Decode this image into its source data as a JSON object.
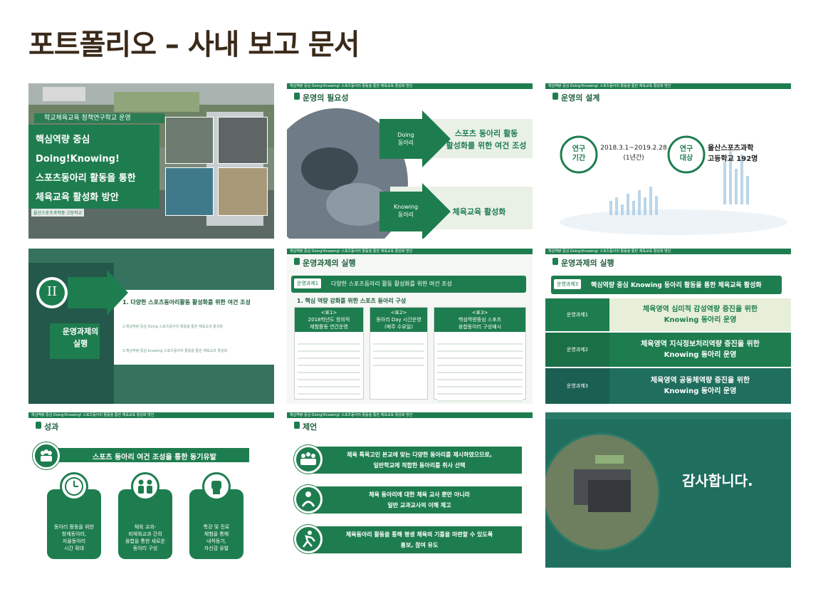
{
  "page_title": "포트폴리오 – 사내 보고 문서",
  "header_strip": "핵심역량 중심 Doing!Knowing! 스포츠동아리 활동을 통한 체육교육 활성화 방안",
  "slide1": {
    "top_label": "학교체육교육 정책연구학교 운영",
    "title_lines": [
      "핵심역량 중심",
      "Doing!Knowing!",
      "스포츠동아리 활동을 통한",
      "체육교육 활성화 방안"
    ],
    "school": "울산스포츠과학중·고등학교"
  },
  "slide2": {
    "title": "운영의 필요성",
    "arrow1": [
      "Doing",
      "동아리"
    ],
    "text1": [
      "스포츠 동아리 활동",
      "활성화를 위한 여건 조성"
    ],
    "arrow2": [
      "Knowing",
      "동아리"
    ],
    "text2": "체육교육 활성화"
  },
  "slide3": {
    "title": "운영의 설계",
    "circle1": [
      "연구",
      "기간"
    ],
    "period": [
      "2018.3.1~2019.2.28",
      "(1년간)"
    ],
    "circle2": [
      "연구",
      "대상"
    ],
    "target": [
      "울산스포츠과학",
      "고등학교 192명"
    ]
  },
  "slide4": {
    "numeral": "II",
    "label": [
      "운영과제의",
      "실행"
    ],
    "item1": "1. 다양한 스포츠동아리활동 활성화를 위한 여건 조성",
    "item2": "2.핵심역량 중심 Doing 스포츠동아리 활동을 통한 체육교과 활성화",
    "item3": "3.핵심역량 중심 knowing 스포츠동아리 활동을 통한 체육교과 활성화"
  },
  "slide5": {
    "title": "운영과제의 실행",
    "task_tag": "운영과제1",
    "task_text": "다양한 스포츠동아리 활동 활성화를 위한 여건 조성",
    "subheading": "1. 핵심 역량 강화를 위한 스포츠 동아리 구성",
    "tables": [
      {
        "tag": "<표1>",
        "lines": [
          "2018학년도 창의적",
          "체험활동 연간운영"
        ]
      },
      {
        "tag": "<표2>",
        "lines": [
          "동아리 Day 시간운영",
          "(매주 수요일)"
        ]
      },
      {
        "tag": "<표3>",
        "lines": [
          "핵심역량중심 스포츠",
          "융합동아리 구성예시"
        ]
      }
    ]
  },
  "slide6": {
    "title": "운영과제의 실행",
    "task_tag": "운영과제3",
    "task_text": "핵심역량 중심 Knowing 동아리 활동을 통한 체육교육 활성화",
    "rows": [
      {
        "tag": "운영과제1",
        "lines": [
          "체육영역 심미적 감성역량 증진을 위한",
          "Knowing 동아리 운영"
        ]
      },
      {
        "tag": "운영과제2",
        "lines": [
          "체육영역 지식정보처리역량 증진을 위한",
          "Knowing 동아리 운영"
        ]
      },
      {
        "tag": "운영과제3",
        "lines": [
          "체육영역 공동체역량 증진을 위한",
          "Knowing 동아리 운영"
        ]
      }
    ]
  },
  "slide7": {
    "title": "성과",
    "banner": "스포츠 동아리 여건 조성을 통한 동기유발",
    "cards": [
      {
        "icon": "clock-icon",
        "lines": [
          "동아리 활동을 위한",
          "창체동아리,",
          "자율동아리",
          "시간 확대"
        ]
      },
      {
        "icon": "people-icon",
        "lines": [
          "체육 교과-",
          "비체육교과 간의",
          "융합을 통한 새로운",
          "동아리 구성"
        ]
      },
      {
        "icon": "fist-icon",
        "lines": [
          "특강 및 진로",
          "체험을 통해",
          "내적동기,",
          "자신감 유발"
        ]
      }
    ]
  },
  "slide8": {
    "title": "제언",
    "items": [
      {
        "icon": "group-icon",
        "lines": [
          "체육 특목고인 본교에 맞는 다양한 동아리를 제시하였으므로,",
          "일반학교에 적합한 동아리를 취사 선택"
        ]
      },
      {
        "icon": "person-icon",
        "lines": [
          "체육 동아리에 대한 체육 교사 뿐만 아니라",
          "일반 교과교사의 이해 제고"
        ]
      },
      {
        "icon": "runner-icon",
        "lines": [
          "체육동아리 활동을 통해 평생 체육의 기틀을 마련할 수 있도록",
          "홍보, 참여 유도"
        ]
      }
    ]
  },
  "slide9": {
    "thanks": "감사합니다."
  },
  "colors": {
    "primary_green": "#1e7d4f",
    "dark_green": "#15603a",
    "teal": "#1f6e5e",
    "brown_title": "#3a2a1a"
  }
}
